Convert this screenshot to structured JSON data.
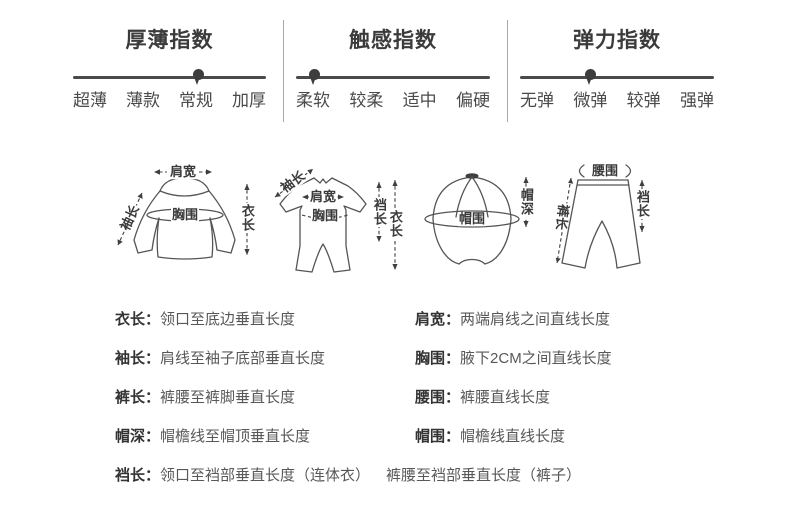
{
  "indices": [
    {
      "title": "厚薄指数",
      "options": [
        "超薄",
        "薄款",
        "常规",
        "加厚"
      ],
      "selected": "常规",
      "selected_index": 2
    },
    {
      "title": "触感指数",
      "options": [
        "柔软",
        "较柔",
        "适中",
        "偏硬"
      ],
      "selected": "柔软",
      "selected_index": 0
    },
    {
      "title": "弹力指数",
      "options": [
        "无弹",
        "微弹",
        "较弹",
        "强弹"
      ],
      "selected": "微弹",
      "selected_index": 1
    }
  ],
  "figures": {
    "jacket": {
      "shoulder_label": "肩宽",
      "sleeve_label": "袖长",
      "chest_label": "胸围",
      "length_label": "衣长"
    },
    "romper": {
      "sleeve_label": "袖长",
      "shoulder_label": "肩宽",
      "chest_label": "胸围",
      "crotch_label": "裆长",
      "length_label": "衣长"
    },
    "cap": {
      "circumference_label": "帽围",
      "depth_label": "帽深"
    },
    "pants": {
      "waist_label": "腰围",
      "length_label": "裤长",
      "crotch_label": "裆长"
    }
  },
  "definitions": {
    "rows": [
      {
        "left_term": "衣长：",
        "left_def": "领口至底边垂直长度",
        "right_term": "肩宽：",
        "right_def": "两端肩线之间直线长度"
      },
      {
        "left_term": "袖长：",
        "left_def": "肩线至袖子底部垂直长度",
        "right_term": "胸围：",
        "right_def": "腋下2CM之间直线长度"
      },
      {
        "left_term": "裤长：",
        "left_def": "裤腰至裤脚垂直长度",
        "right_term": "腰围：",
        "right_def": "裤腰直线长度"
      },
      {
        "left_term": "帽深：",
        "left_def": "帽檐线至帽顶垂直长度",
        "right_term": "帽围：",
        "right_def": "帽檐线直线长度"
      }
    ],
    "last_row": {
      "term": "裆长：",
      "def1": "领口至裆部垂直长度（连体衣）",
      "def2": "裤腰至裆部垂直长度（裤子）"
    }
  },
  "colors": {
    "text_dark": "#3b3b3b",
    "slider_line": "#4a4a4a",
    "pin": "#3d3d3d",
    "divider": "#a8a8a8"
  }
}
